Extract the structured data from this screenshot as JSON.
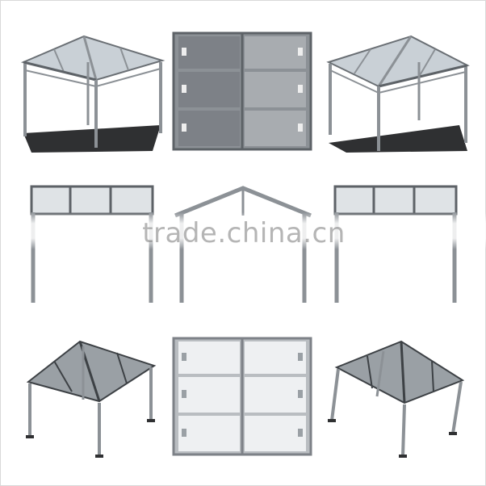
{
  "watermark": {
    "text": "trade.china.cn"
  },
  "views": [
    {
      "id": "perspective-left-top",
      "name": "perspective-view"
    },
    {
      "id": "top-panel-view",
      "name": "top-view"
    },
    {
      "id": "perspective-right-top",
      "name": "perspective-view"
    },
    {
      "id": "front-elevation-left",
      "name": "front-elevation"
    },
    {
      "id": "side-elevation",
      "name": "side-elevation"
    },
    {
      "id": "front-elevation-right",
      "name": "front-elevation"
    },
    {
      "id": "perspective-left-bottom",
      "name": "underside-perspective"
    },
    {
      "id": "bottom-panel-view",
      "name": "bottom-view"
    },
    {
      "id": "perspective-right-bottom",
      "name": "underside-perspective"
    }
  ],
  "colors": {
    "frame": "#8c9196",
    "frame_dark": "#5d6267",
    "glass": "#c9d0d6",
    "panel_dark": "#7d8187",
    "panel_light": "#a8acb0",
    "shadow": "#2f3032"
  }
}
